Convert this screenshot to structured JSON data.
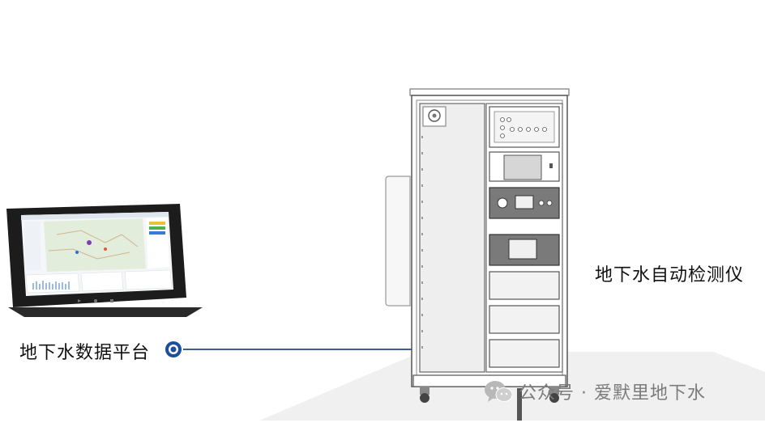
{
  "labels": {
    "platform": "地下水数据平台",
    "instrument": "地下水自动检测仪"
  },
  "watermark": {
    "text": "公众号 · 爱默里地下水",
    "icon": "wechat-icon"
  },
  "colors": {
    "connector": "#3d5d91",
    "marker": "#1d4f9c",
    "label_text": "#111111",
    "watermark_text": "#7b7b7b",
    "floor": "#f0f0f0"
  }
}
